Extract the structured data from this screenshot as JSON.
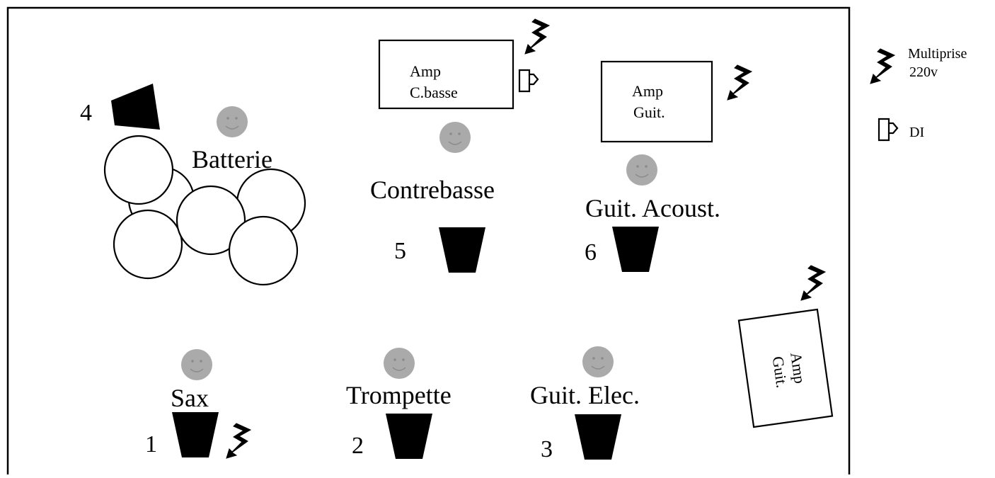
{
  "amps": {
    "bass": {
      "line1": "Amp",
      "line2": "C.basse"
    },
    "guitar_acoustic": {
      "line1": "Amp",
      "line2": "Guit."
    },
    "guitar_electric": {
      "line1": "Amp",
      "line2": "Guit."
    }
  },
  "musicians": {
    "drums": "Batterie",
    "bass": "Contrebasse",
    "acoustic_guitar": "Guit. Acoust.",
    "sax": "Sax",
    "trumpet": "Trompette",
    "electric_guitar": "Guit. Elec."
  },
  "monitors": {
    "m1": "1",
    "m2": "2",
    "m3": "3",
    "m4": "4",
    "m5": "5",
    "m6": "6"
  },
  "legend": {
    "power_line1": "Multiprise",
    "power_line2": "220v",
    "di": "DI"
  },
  "colors": {
    "face": "#aaaaaa",
    "face_features": "#8a8a8a",
    "monitor": "#000000",
    "outline": "#000000"
  }
}
